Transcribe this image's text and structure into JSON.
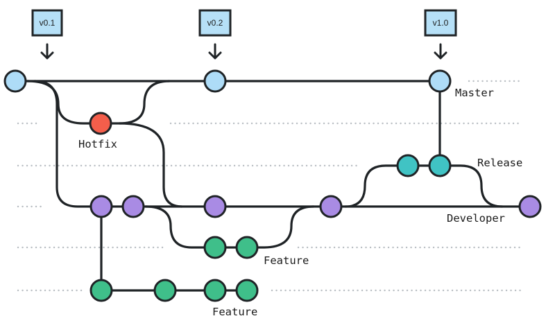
{
  "tags": [
    {
      "label": "v0.1"
    },
    {
      "label": "v0.2"
    },
    {
      "label": "v1.0"
    }
  ],
  "lanes": {
    "master": "Master",
    "hotfix": "Hotfix",
    "release": "Release",
    "developer": "Developer",
    "feature_a": "Feature",
    "feature_b": "Feature"
  },
  "colors": {
    "master": "#aedcf7",
    "hotfix": "#f45e4b",
    "release": "#40c3c4",
    "developer": "#a98be4",
    "feature": "#3fbf8a",
    "tag_fill": "#b6e0f7"
  }
}
